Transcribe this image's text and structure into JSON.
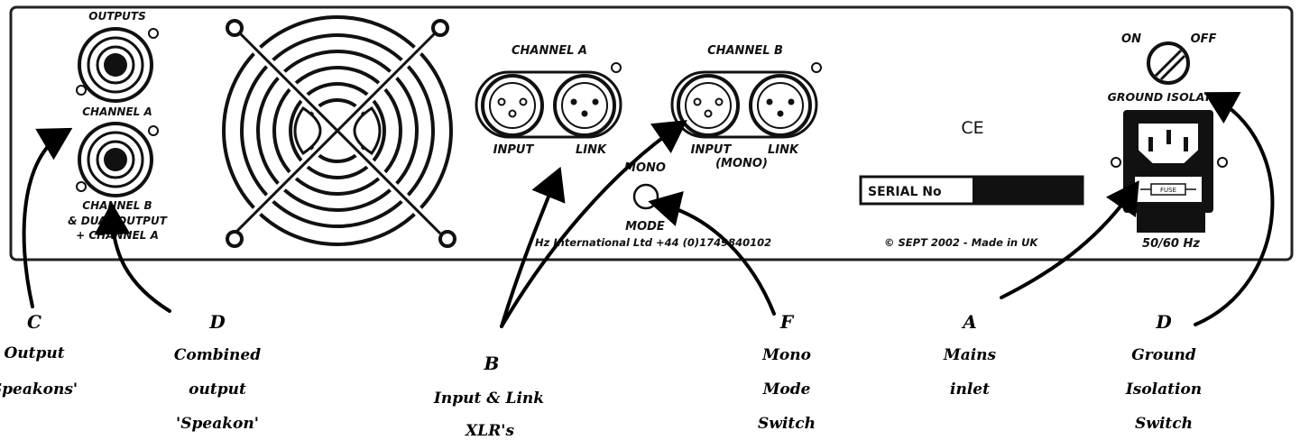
{
  "panel": {
    "outputs_label": "OUTPUTS",
    "channel_a_speakon_label": "CHANNEL A",
    "channel_b_speakon_label_1": "CHANNEL B",
    "channel_b_speakon_label_2": "& DUAL OUTPUT",
    "channel_b_speakon_label_3": "+ CHANNEL A",
    "xlr_channel_a_title": "CHANNEL A",
    "xlr_channel_b_title": "CHANNEL B",
    "xlr_a_input": "INPUT",
    "xlr_a_link": "LINK",
    "xlr_b_input": "INPUT",
    "xlr_b_input_sub": "(MONO)",
    "xlr_b_link": "LINK",
    "mono_label": "MONO",
    "mode_label": "MODE",
    "ce_mark": "CE",
    "serial_label": "SERIAL No",
    "company_text": "Hz International Ltd +44 (0)1749840102",
    "copyright_text": "© SEPT 2002 - Made in UK",
    "ground_on": "ON",
    "ground_off": "OFF",
    "ground_isolation_label": "GROUND ISOLATION",
    "fuse_label": "FUSE",
    "frequency_label": "50/60 Hz"
  },
  "callouts": {
    "c": {
      "letter": "C",
      "line1": "Output",
      "line2": "Speakons'"
    },
    "d_left": {
      "letter": "D",
      "line1": "Combined",
      "line2": "output",
      "line3": "'Speakon'"
    },
    "b": {
      "letter": "B",
      "line1": "Input & Link",
      "line2": "XLR's"
    },
    "f": {
      "letter": "F",
      "line1": "Mono",
      "line2": "Mode",
      "line3": "Switch"
    },
    "a": {
      "letter": "A",
      "line1": "Mains",
      "line2": "inlet"
    },
    "d_right": {
      "letter": "D",
      "line1": "Ground",
      "line2": "Isolation",
      "line3": "Switch"
    }
  }
}
